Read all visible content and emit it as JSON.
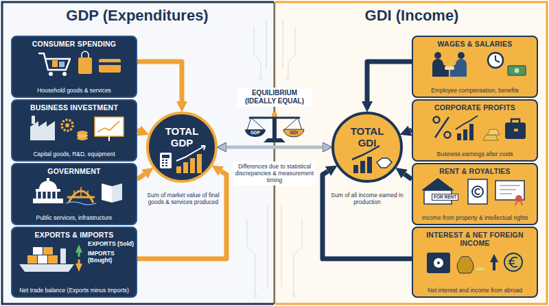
{
  "diagram": {
    "nodes": [
      {
        "text": [
          "CONSUMER SPENDING",
          "Household goods & services"
        ]
      },
      {
        "text": [
          "BUSINESS INVESTMENT",
          "Capital goods, R&D, equipment"
        ]
      },
      {
        "text": [
          "GOVERNMENT",
          "Public services, infrastructure"
        ]
      },
      {
        "text": [
          "EXPORTS & IMPORTS",
          "EXPORTS (Sold)",
          "IMPORTS (Bought)",
          "Net trade balance (Exports minus Imports)"
        ]
      },
      {
        "text": [
          "TOTAL GDP"
        ]
      },
      {
        "text": [
          "TOTAL GDI"
        ]
      },
      {
        "text": [
          "WAGES & SALARIES",
          "Employee compensation, benefits"
        ]
      },
      {
        "text": [
          "CORPORATE PROFITS",
          "Business earnings after costs"
        ]
      },
      {
        "text": [
          "RENT & ROYALTIES",
          "FOR RENT",
          "Income from property & intellectual rights"
        ]
      },
      {
        "text": [
          "INTEREST & NET FOREIGN INCOME",
          "Net interest and income from abroad"
        ]
      }
    ],
    "edges": [
      {
        "from": 0,
        "to": 4,
        "arrow": "to"
      },
      {
        "from": 1,
        "to": 4,
        "arrow": "to"
      },
      {
        "from": 2,
        "to": 4,
        "arrow": "to"
      },
      {
        "from": 3,
        "to": 4,
        "arrow": "to"
      },
      {
        "from": 6,
        "to": 5,
        "arrow": "to"
      },
      {
        "from": 7,
        "to": 5,
        "arrow": "to"
      },
      {
        "from": 8,
        "to": 5,
        "arrow": "to"
      },
      {
        "from": 9,
        "to": 5,
        "arrow": "to"
      },
      {
        "from": 4,
        "to": 5,
        "arrow": "both"
      }
    ],
    "labels": [
      "GDP (Expenditures)",
      "GDI (Income)",
      "EQUILIBRIUM (IDEALLY EQUAL)",
      "GDP",
      "GDI",
      "Differences due to statistical discrepancies & measurement timing",
      "Sum of market value of final goods & services produced",
      "Sum of all income earned in production"
    ]
  }
}
